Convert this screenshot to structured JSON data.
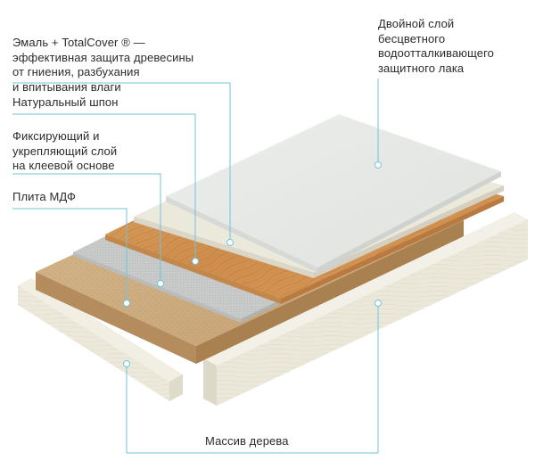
{
  "labels": {
    "enamel": [
      "Эмаль + TotalCover ® —",
      "эффективная защита древесины",
      "от гниения, разбухания",
      "и впитывания влаги"
    ],
    "varnish": [
      "Двойной слой",
      "бесцветного",
      "водоотталкивающего",
      "защитного лака"
    ],
    "veneer": [
      "Натуральный шпон"
    ],
    "adhesive": [
      "Фиксирующий и",
      "укрепляющий слой",
      "на клеевой основе"
    ],
    "mdf": [
      "Плита МДФ"
    ],
    "solid_wood": [
      "Массив дерева"
    ]
  },
  "colors": {
    "leader_line": "#6fc6d8",
    "dot": "#ffffff",
    "text": "#2b2b2b",
    "varnish_layer": "#e3e6e3",
    "enamel_layer": "#e8e5d6",
    "veneer_layer": "#d79a5a",
    "adhesive_layer": "#c4c7c6",
    "mdf_layer": "#cba97c",
    "solid_wood": "#eae7d8"
  },
  "icons": [
    "layer-dot"
  ]
}
